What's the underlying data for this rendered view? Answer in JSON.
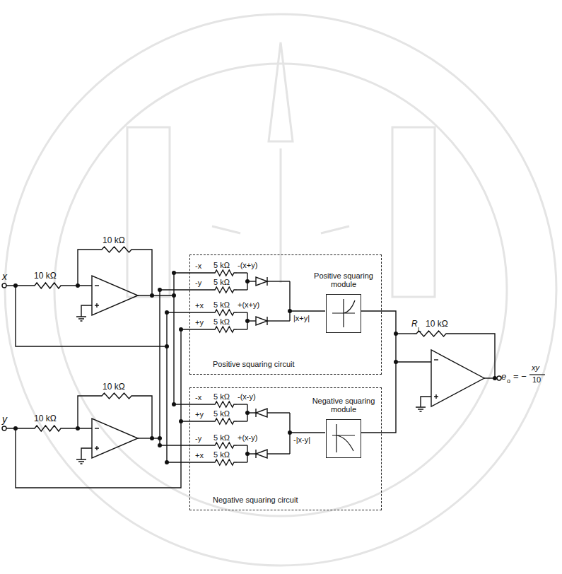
{
  "diagram": {
    "nodes": [
      {
        "text": [
          "Positive squaring circuit"
        ]
      },
      {
        "text": [
          "Positive squaring module"
        ],
        "in": 0
      },
      {
        "text": [
          "Negative squaring circuit"
        ]
      },
      {
        "text": [
          "Negative squaring module"
        ],
        "in": 2
      }
    ],
    "labels": [
      "x",
      "10 kΩ",
      "10 kΩ",
      "y",
      "10 kΩ",
      "10 kΩ",
      "-x",
      "5 kΩ",
      "-(x+y)",
      "-y",
      "5 kΩ",
      "+x",
      "5 kΩ",
      "+(x+y)",
      "+y",
      "5 kΩ",
      "|x+y|",
      "-x",
      "5 kΩ",
      "-(x-y)",
      "+y",
      "5 kΩ",
      "-y",
      "5 kΩ",
      "+(x-y)",
      "+x",
      "5 kΩ",
      "-|x-y|",
      "R",
      "L",
      "10 kΩ",
      "e",
      "o",
      "= −",
      "xy",
      "10"
    ]
  }
}
